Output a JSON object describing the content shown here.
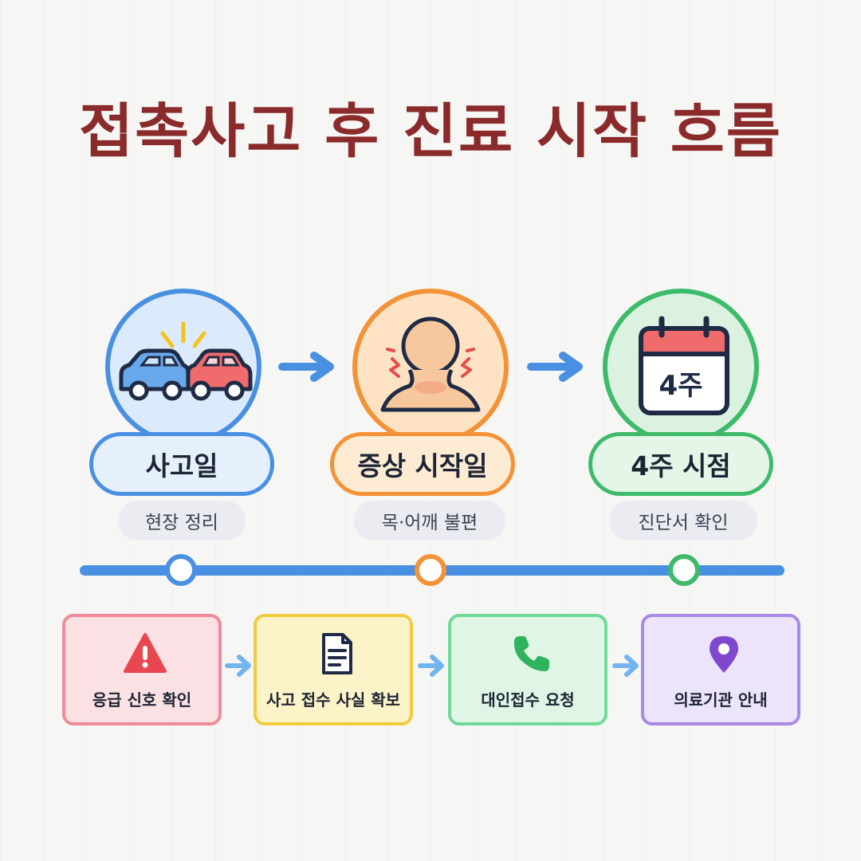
{
  "title": "접촉사고 후 진료 시작 흐름",
  "stages": [
    {
      "label": "사고일",
      "sub": "현장 정리",
      "color": "#4a90e2",
      "icon": "car-collision-icon"
    },
    {
      "label": "증상 시작일",
      "sub": "목·어깨 불편",
      "color": "#f39237",
      "icon": "neck-pain-person-icon"
    },
    {
      "label": "4주 시점",
      "sub": "진단서 확인",
      "color": "#3dbb6a",
      "icon": "calendar-icon",
      "calendar_text": "4주"
    }
  ],
  "steps": [
    {
      "label": "응급 신호 확인",
      "icon": "warning-icon",
      "color": "#ef7b8a"
    },
    {
      "label": "사고 접수 사실 확보",
      "icon": "document-icon",
      "color": "#f2cb40"
    },
    {
      "label": "대인접수 요청",
      "icon": "phone-icon",
      "color": "#5fd489"
    },
    {
      "label": "의료기관 안내",
      "icon": "location-pin-icon",
      "color": "#a17be0"
    }
  ]
}
